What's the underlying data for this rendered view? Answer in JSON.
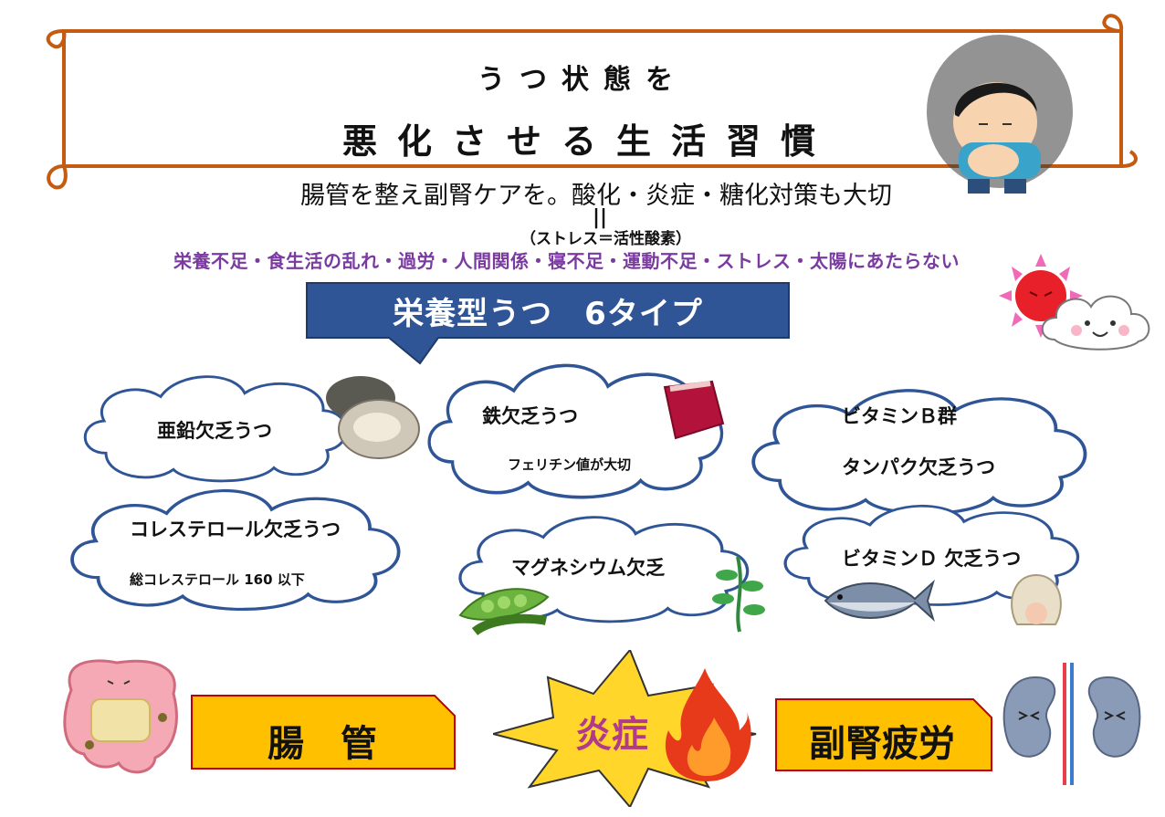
{
  "title": {
    "line1": "うつ状態を",
    "line2": "悪化させる生活習慣"
  },
  "subtitle": "腸管を整え副腎ケアを。酸化・炎症・糖化対策も大切",
  "equals_mark": "||",
  "stress_note": "（ストレス＝活性酸素）",
  "causes": "栄養不足・食生活の乱れ・過労・人間関係・寝不足・運動不足・ストレス・太陽にあたらない",
  "callout": "栄養型うつ　6タイプ",
  "clouds": [
    {
      "title": "亜鉛欠乏うつ",
      "sub": ""
    },
    {
      "title": "鉄欠乏うつ",
      "sub": "フェリチン値が大切"
    },
    {
      "title": "ビタミンＢ群",
      "sub": "タンパク欠乏うつ"
    },
    {
      "title": "コレステロール欠乏うつ",
      "sub": "総コレステロール 160 以下"
    },
    {
      "title": "マグネシウム欠乏",
      "sub": ""
    },
    {
      "title": "ビタミンＤ 欠乏うつ",
      "sub": ""
    }
  ],
  "bottom": {
    "gut": "腸　管",
    "inflammation": "炎症",
    "adrenal": "副腎疲労"
  },
  "colors": {
    "scroll_border": "#c55a11",
    "callout": "#2f5597",
    "causes_text": "#7a3aa0",
    "cloud_border": "#2f5597",
    "box_fill": "#ffc000",
    "box_border": "#c00000",
    "burst_fill": "#ffd629",
    "inflammation_text": "#b23a8a"
  },
  "icons": [
    "depressed-boy-icon",
    "sun-icon",
    "cloud-face-icon",
    "oyster-icon",
    "meat-icon",
    "peas-icon",
    "seaweed-icon",
    "tuna-icon",
    "scallop-icon",
    "intestine-icon",
    "fire-icon",
    "kidneys-icon"
  ]
}
